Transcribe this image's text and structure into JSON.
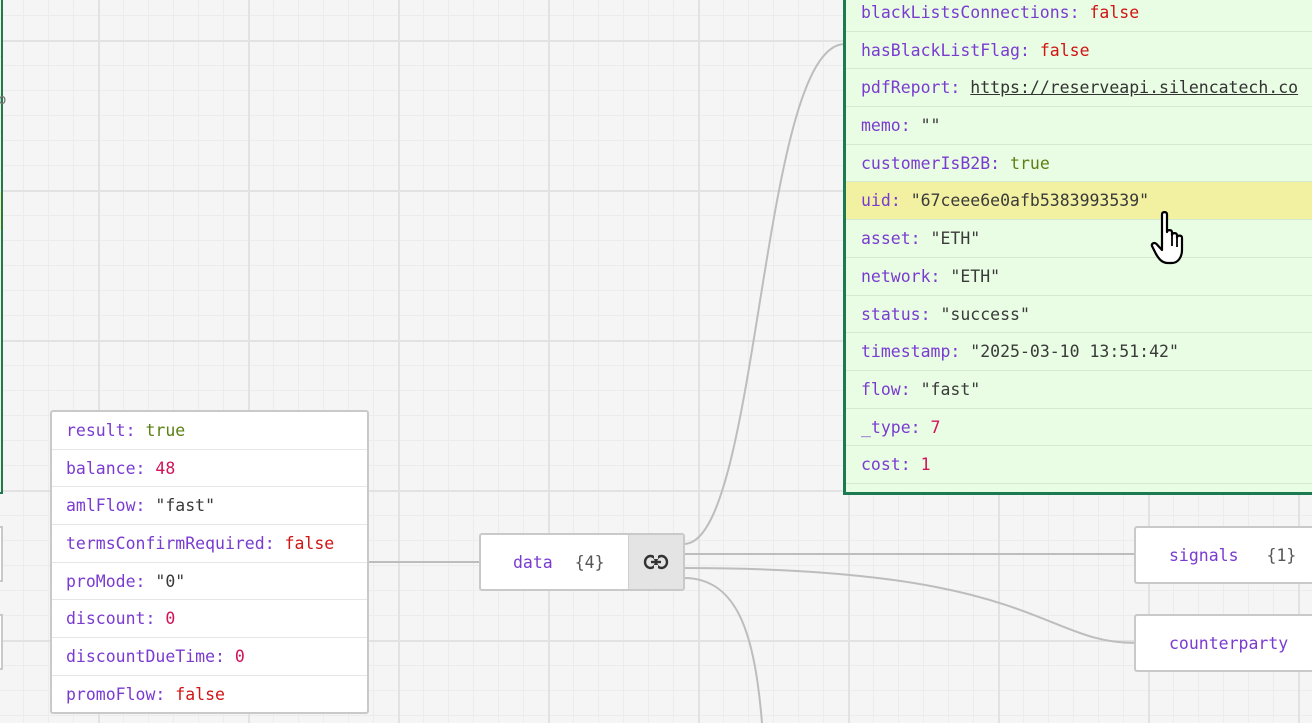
{
  "left_fragment_text": "o",
  "big_node": {
    "rows": [
      {
        "key": "blackListsConnections",
        "value": "false",
        "type": "bool-false"
      },
      {
        "key": "hasBlackListFlag",
        "value": "false",
        "type": "bool-false"
      },
      {
        "key": "pdfReport",
        "value": "https://reserveapi.silencatech.co",
        "type": "link"
      },
      {
        "key": "memo",
        "value": "\"\"",
        "type": "str"
      },
      {
        "key": "customerIsB2B",
        "value": "true",
        "type": "bool-true"
      },
      {
        "key": "uid",
        "value": "\"67ceee6e0afb5383993539\"",
        "type": "str"
      },
      {
        "key": "asset",
        "value": "\"ETH\"",
        "type": "str"
      },
      {
        "key": "network",
        "value": "\"ETH\"",
        "type": "str"
      },
      {
        "key": "status",
        "value": "\"success\"",
        "type": "str"
      },
      {
        "key": "timestamp",
        "value": "\"2025-03-10 13:51:42\"",
        "type": "str"
      },
      {
        "key": "flow",
        "value": "\"fast\"",
        "type": "str"
      },
      {
        "key": "_type",
        "value": "7",
        "type": "num"
      },
      {
        "key": "cost",
        "value": "1",
        "type": "num"
      }
    ]
  },
  "result_node": {
    "rows": [
      {
        "key": "result",
        "value": "true",
        "type": "bool-true"
      },
      {
        "key": "balance",
        "value": "48",
        "type": "num"
      },
      {
        "key": "amlFlow",
        "value": "\"fast\"",
        "type": "str"
      },
      {
        "key": "termsConfirmRequired",
        "value": "false",
        "type": "bool-false"
      },
      {
        "key": "proMode",
        "value": "\"0\"",
        "type": "str"
      },
      {
        "key": "discount",
        "value": "0",
        "type": "num"
      },
      {
        "key": "discountDueTime",
        "value": "0",
        "type": "num"
      },
      {
        "key": "promoFlow",
        "value": "false",
        "type": "bool-false"
      }
    ]
  },
  "data_node": {
    "label": "data",
    "count": "{4}",
    "link_icon": "link-icon"
  },
  "signals_node": {
    "label": "signals",
    "count": "{1}"
  },
  "counterparty_node": {
    "label": "counterparty"
  },
  "colors": {
    "key": "#7a3bd1",
    "bool_false": "#d11414",
    "bool_true": "#5b7f12",
    "number": "#d1135a",
    "selected_border": "#1b7a51",
    "selected_bg": "#e8fde3",
    "highlight_row": "#f2f0a1"
  }
}
